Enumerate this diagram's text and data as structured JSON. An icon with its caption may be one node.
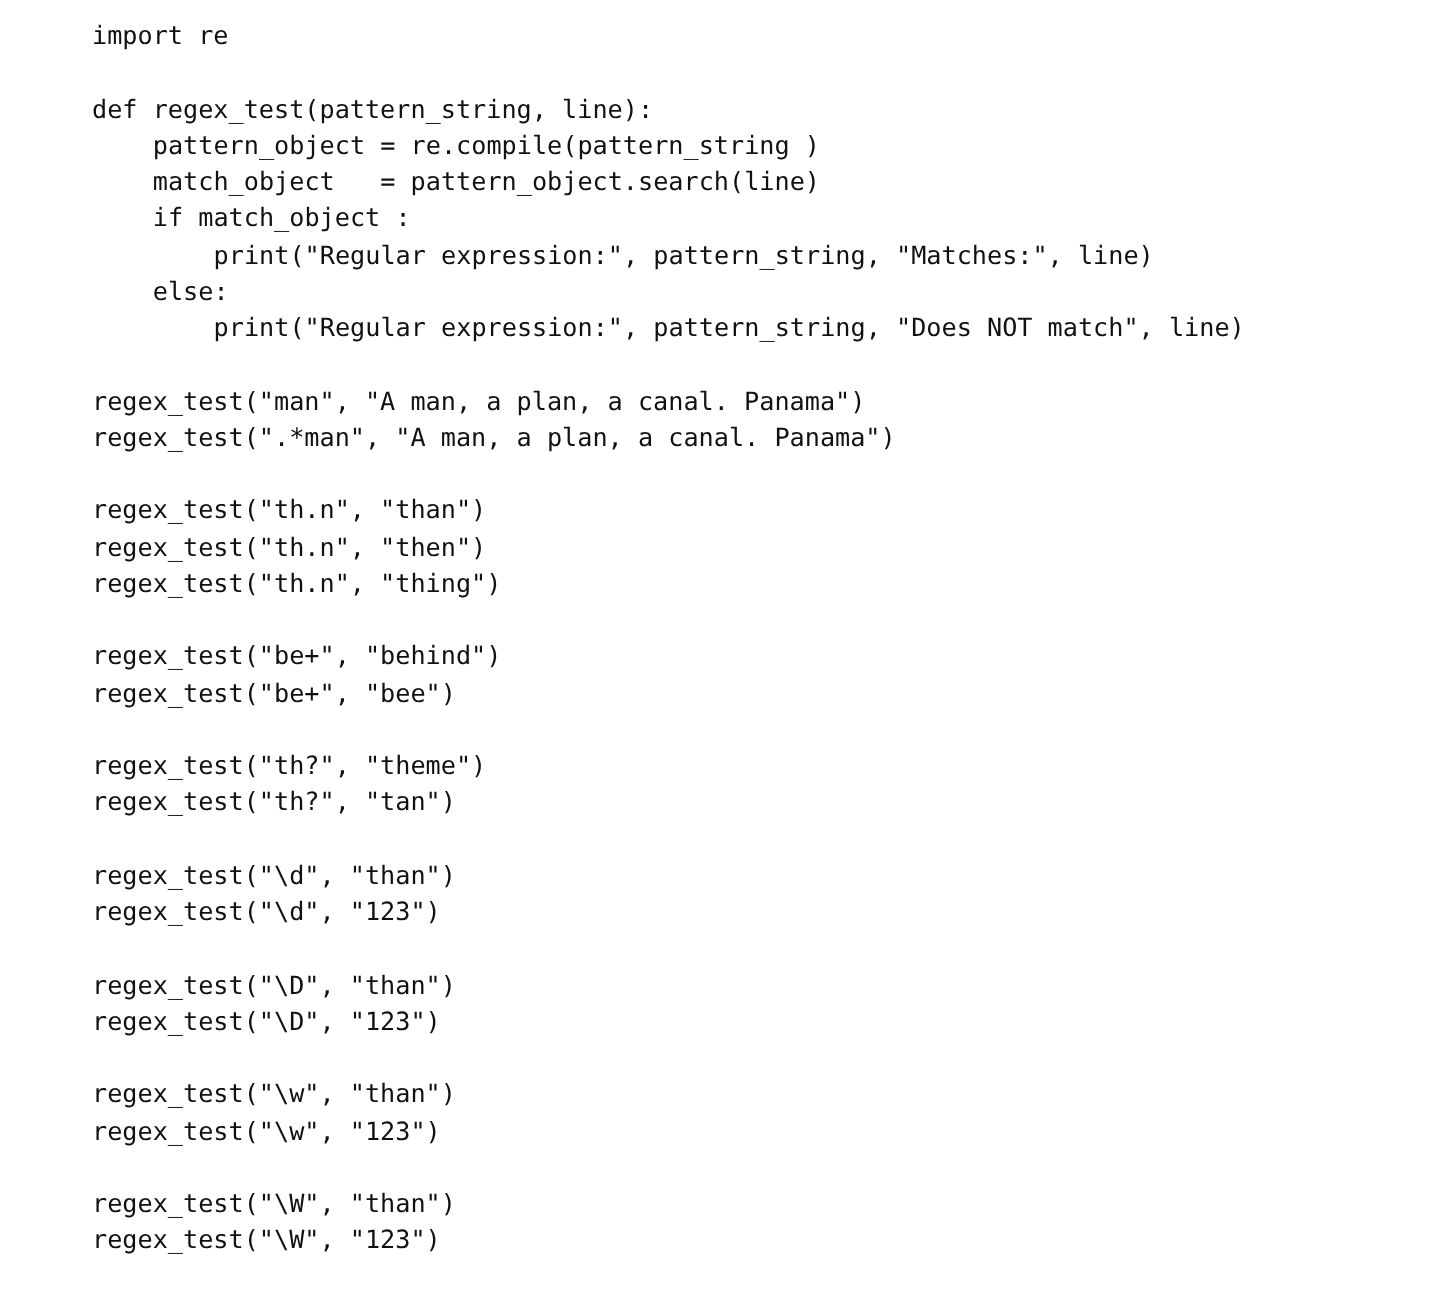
{
  "diagram": {
    "labels": [
      "import re",
      "def regex_test(pattern_string, line):",
      "pattern_object = re.compile(pattern_string )",
      "match_object   = pattern_object.search(line)",
      "if match_object :",
      "print(\"Regular expression:\", pattern_string, \"Matches:\", line)",
      "else:",
      "print(\"Regular expression:\", pattern_string, \"Does NOT match\", line)",
      "regex_test(\"man\", \"A man, a plan, a canal. Panama\")",
      "regex_test(\".*man\", \"A man, a plan, a canal. Panama\")",
      "regex_test(\"th.n\", \"than\")",
      "regex_test(\"th.n\", \"then\")",
      "regex_test(\"th.n\", \"thing\")",
      "regex_test(\"be+\", \"behind\")",
      "regex_test(\"be+\", \"bee\")",
      "regex_test(\"th?\", \"theme\")",
      "regex_test(\"th?\", \"tan\")",
      "regex_test(\"\\d\", \"than\")",
      "regex_test(\"\\d\", \"123\")",
      "regex_test(\"\\D\", \"than\")",
      "regex_test(\"\\D\", \"123\")",
      "regex_test(\"\\w\", \"than\")",
      "regex_test(\"\\w\", \"123\")",
      "regex_test(\"\\W\", \"than\")",
      "regex_test(\"\\W\", \"123\")"
    ]
  }
}
